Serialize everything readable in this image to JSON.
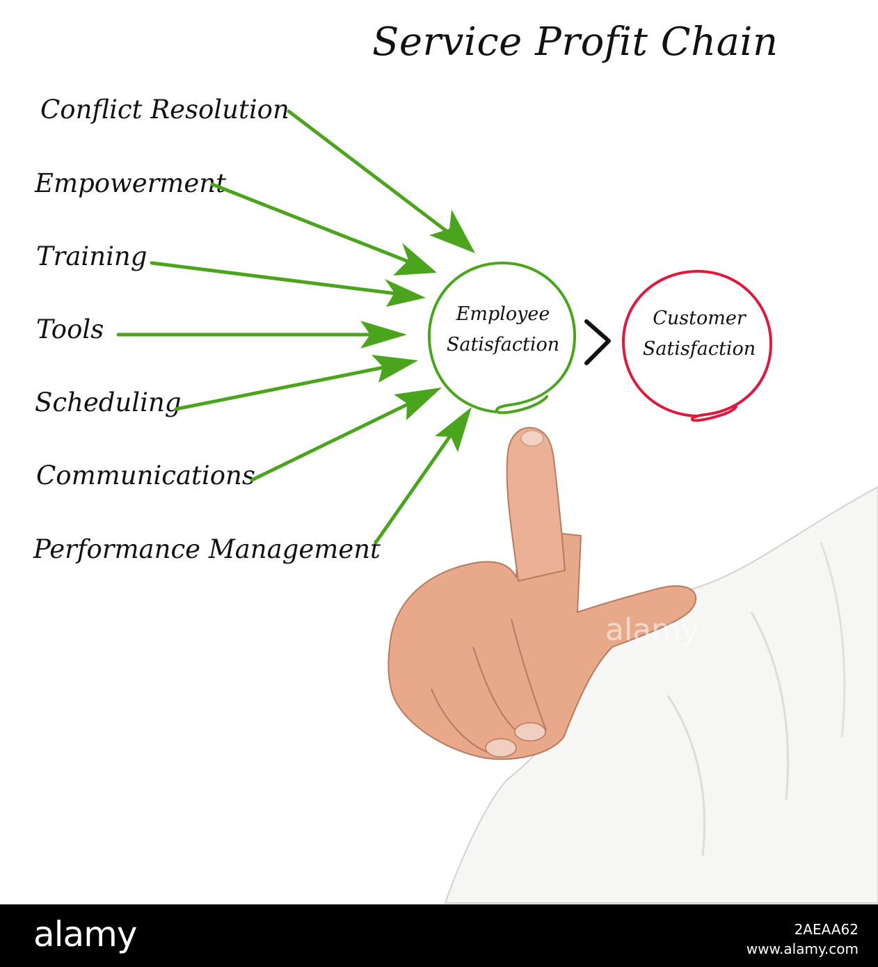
{
  "title": "Service Profit Chain",
  "factors": [
    "Conflict Resolution",
    "Empowerment",
    "Training",
    "Tools",
    "Scheduling",
    "Communications",
    "Performance Management"
  ],
  "employee_circle": {
    "line1": "Employee",
    "line2": "Satisfaction"
  },
  "customer_circle": {
    "line1": "Customer",
    "line2": "Satisfaction"
  },
  "colors": {
    "arrow": "#4aa51c",
    "employee_circle": "#4aa51c",
    "customer_circle": "#e0183c",
    "connector": "#111111"
  },
  "watermark": "alamy",
  "footer": {
    "logo": "alamy",
    "image_id": "2AEAA62",
    "url": "www.alamy.com"
  }
}
